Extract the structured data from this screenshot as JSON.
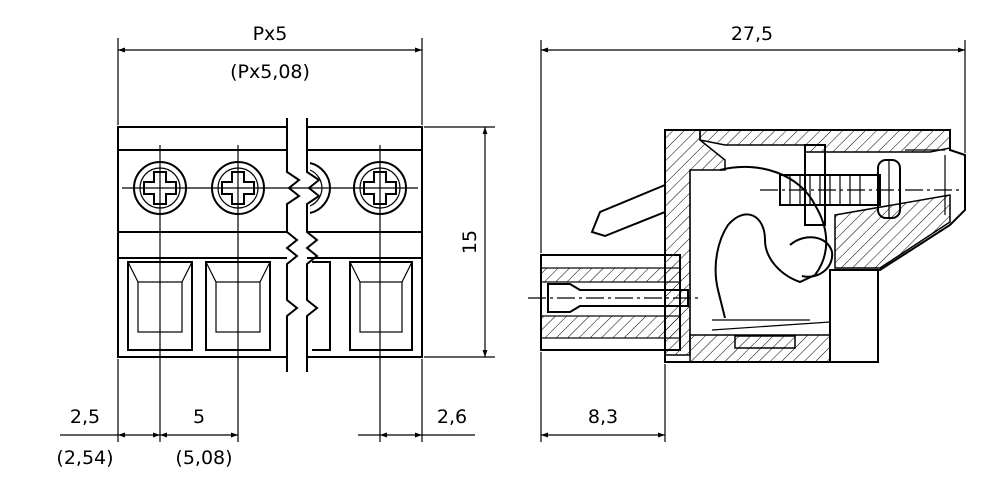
{
  "drawing": {
    "front_view": {
      "width_label": "Px5",
      "width_label_alt": "(Px5,08)",
      "height_label": "15",
      "edge_offset_label": "2,5",
      "edge_offset_label_alt": "(2,54)",
      "pitch_label": "5",
      "pitch_label_alt": "(5,08)",
      "right_edge_label": "2,6"
    },
    "side_view": {
      "length_label": "27,5",
      "plug_depth_label": "8,3"
    },
    "colors": {
      "line": "#000000",
      "background": "#ffffff"
    }
  }
}
